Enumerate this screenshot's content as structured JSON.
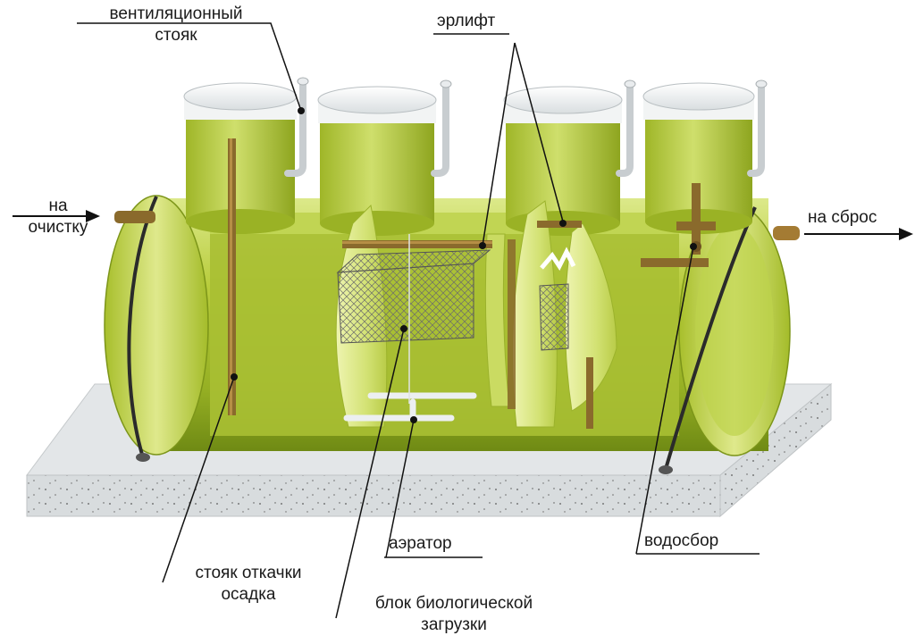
{
  "labels": {
    "vent_line1": "вентиляционный",
    "vent_line2": "стояк",
    "erlift": "эрлифт",
    "inlet_line1": "на",
    "inlet_line2": "очистку",
    "outlet": "на сброс",
    "aerator": "аэратор",
    "water_intake": "водосбор",
    "sludge_line1": "стояк откачки",
    "sludge_line2": "осадка",
    "bioblock_line1": "блок биологической",
    "bioblock_line2": "загрузки"
  },
  "colors": {
    "tank_body": "#b4c83a",
    "tank_dark": "#7e9a1c",
    "tank_light": "#e6ef98",
    "pipe": "#8a6a2c",
    "lid": "#ebeff0",
    "concrete": "#d6dadc"
  }
}
